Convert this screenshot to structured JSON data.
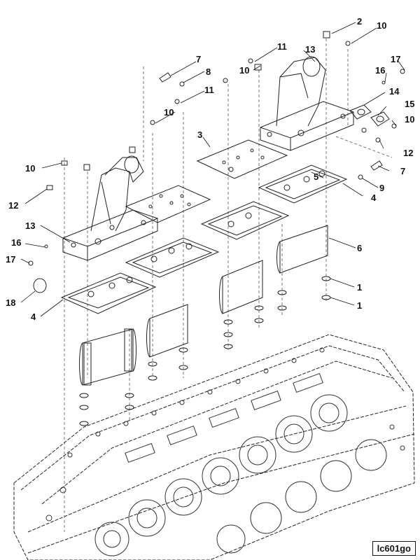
{
  "diagram": {
    "callouts": [
      {
        "id": "c1a",
        "text": "2"
      },
      {
        "id": "c1b",
        "text": "10"
      },
      {
        "id": "c2",
        "text": "11"
      },
      {
        "id": "c3",
        "text": "13"
      },
      {
        "id": "c4",
        "text": "7"
      },
      {
        "id": "c5",
        "text": "10"
      },
      {
        "id": "c6",
        "text": "17"
      },
      {
        "id": "c7",
        "text": "8"
      },
      {
        "id": "c8",
        "text": "16"
      },
      {
        "id": "c9",
        "text": "11"
      },
      {
        "id": "c10",
        "text": "14"
      },
      {
        "id": "c11",
        "text": "15"
      },
      {
        "id": "c12",
        "text": "10"
      },
      {
        "id": "c13",
        "text": "10"
      },
      {
        "id": "c14",
        "text": "3"
      },
      {
        "id": "c15",
        "text": "12"
      },
      {
        "id": "c16",
        "text": "10"
      },
      {
        "id": "c17",
        "text": "5"
      },
      {
        "id": "c18",
        "text": "7"
      },
      {
        "id": "c19",
        "text": "9"
      },
      {
        "id": "c20",
        "text": "12"
      },
      {
        "id": "c21",
        "text": "4"
      },
      {
        "id": "c22",
        "text": "13"
      },
      {
        "id": "c23",
        "text": "6"
      },
      {
        "id": "c24",
        "text": "16"
      },
      {
        "id": "c25",
        "text": "17"
      },
      {
        "id": "c26",
        "text": "1"
      },
      {
        "id": "c27",
        "text": "1"
      },
      {
        "id": "c28",
        "text": "18"
      },
      {
        "id": "c29",
        "text": "4"
      }
    ],
    "drawing_code": "lc601go"
  }
}
